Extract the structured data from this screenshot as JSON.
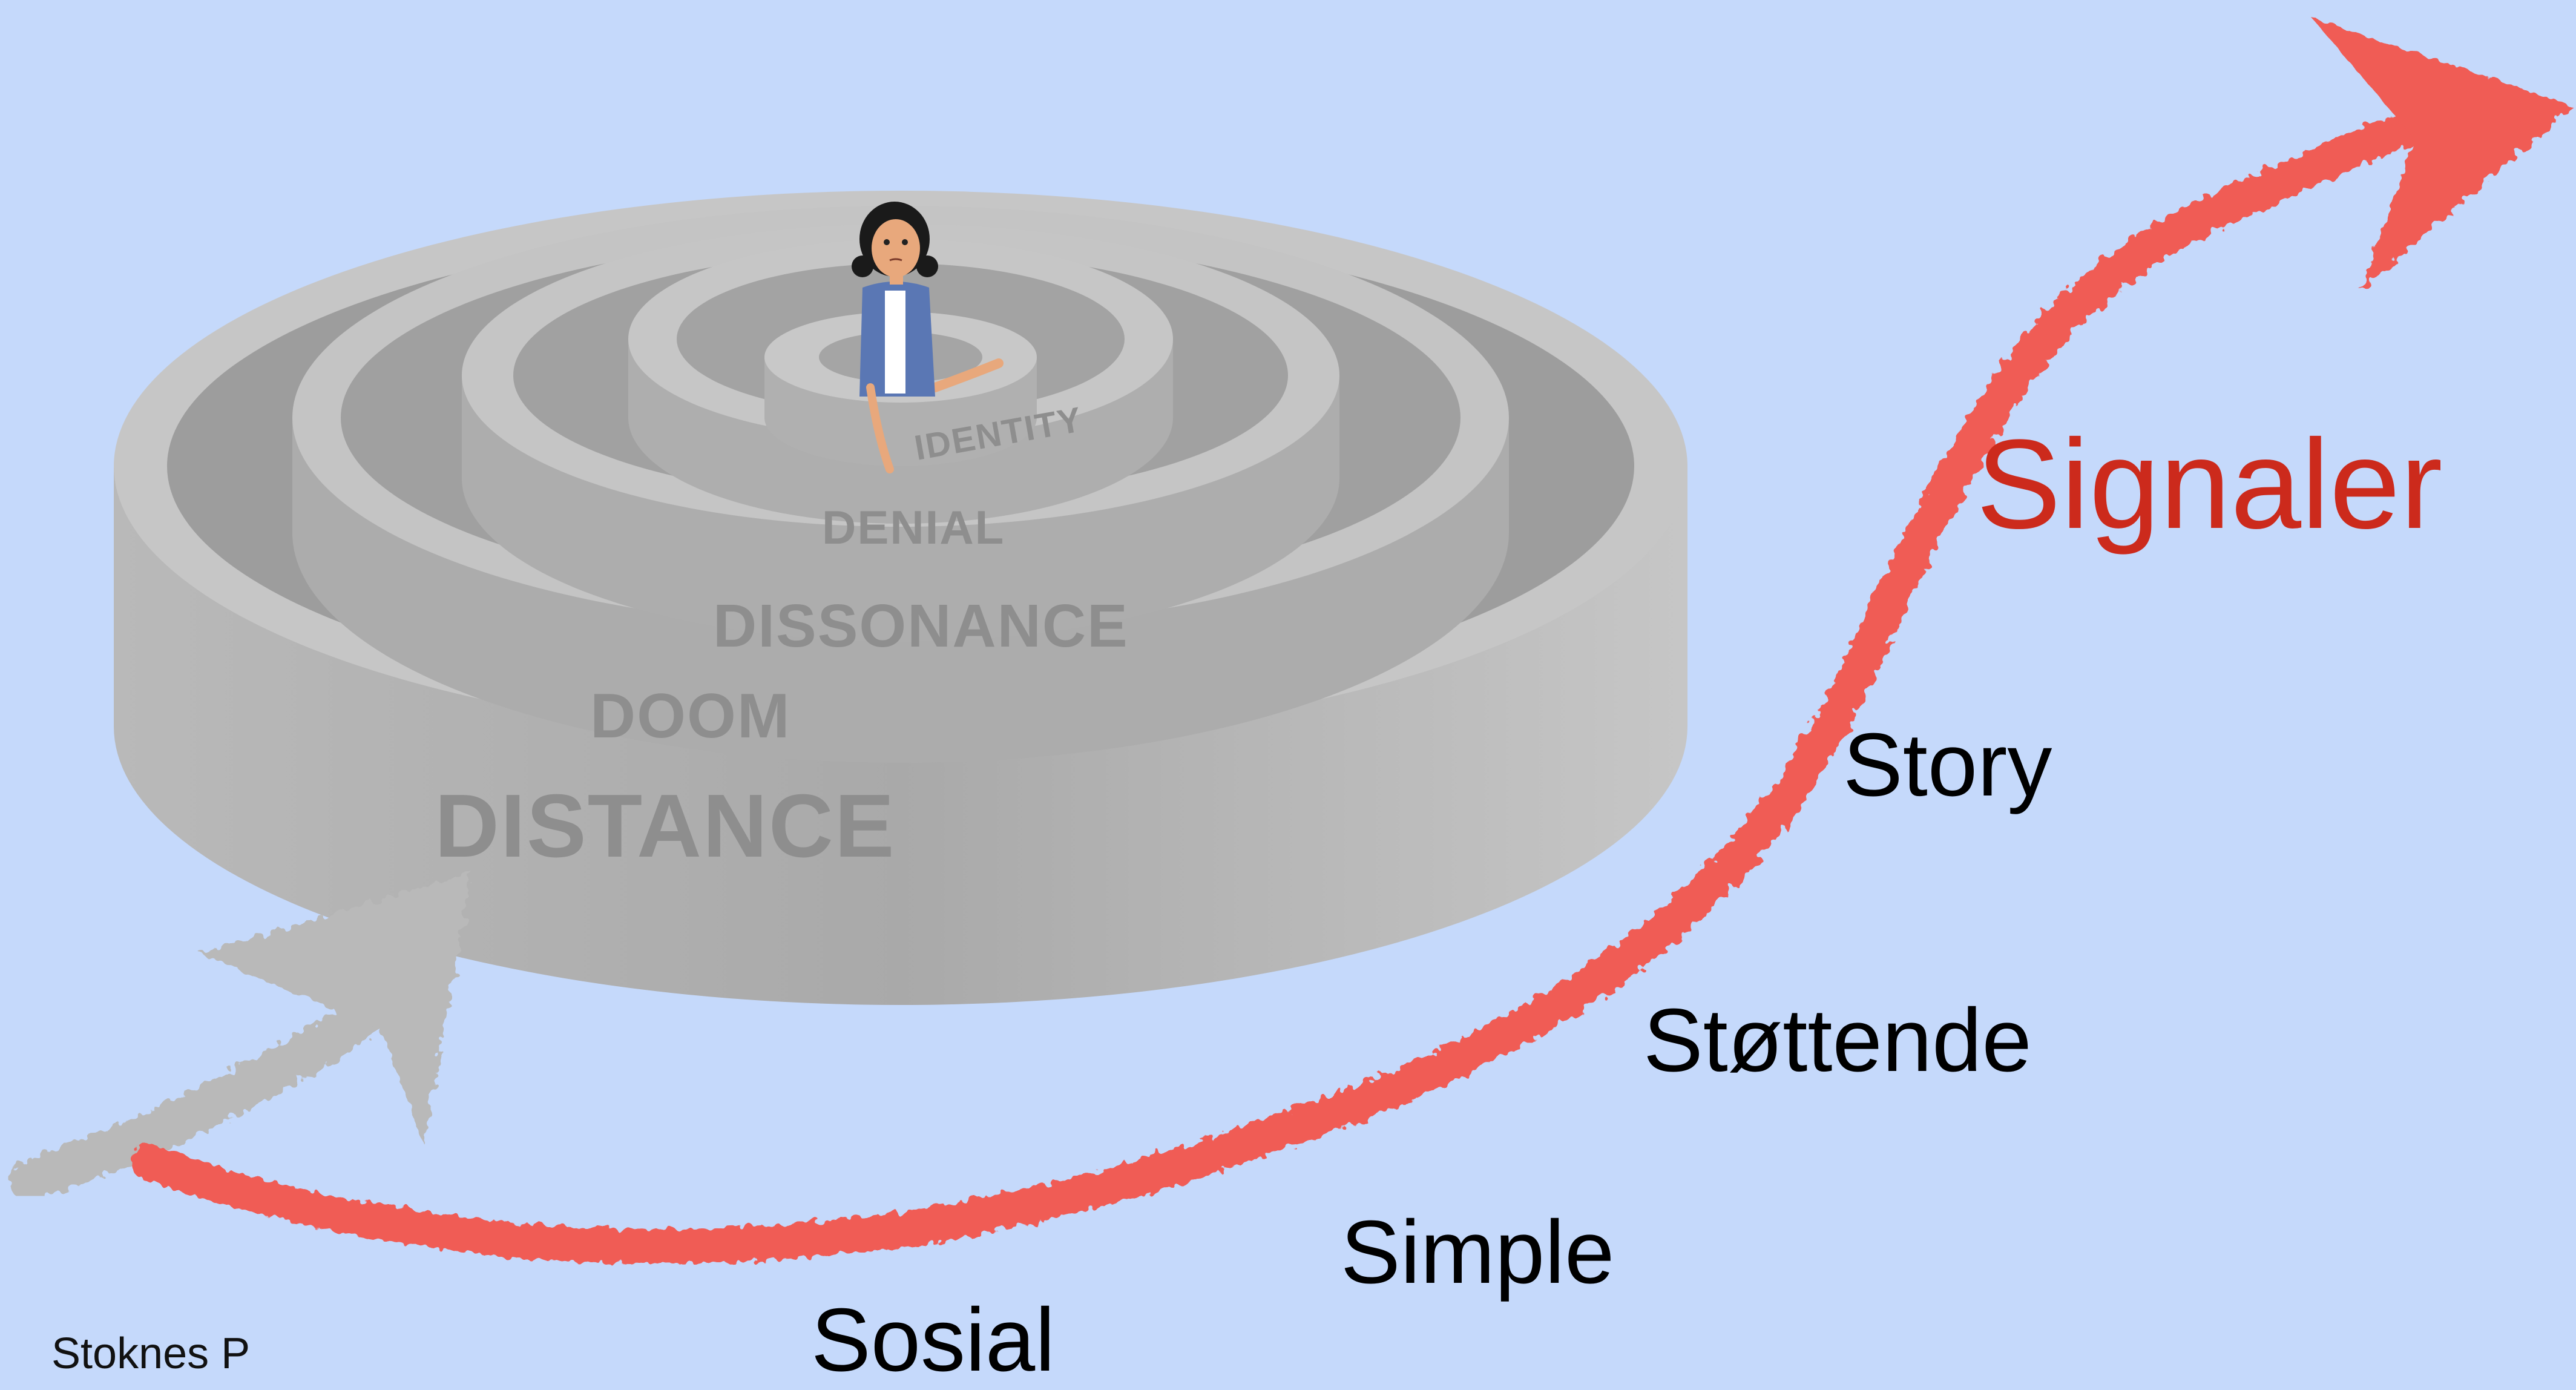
{
  "maze": {
    "rings": [
      "IDENTITY",
      "DENIAL",
      "DISSONANCE",
      "DOOM",
      "DISTANCE"
    ]
  },
  "steps": {
    "signal": "Signaler",
    "story": "Story",
    "supportive": "Støttende",
    "simple": "Simple",
    "social": "Sosial"
  },
  "credit": "Stoknes P",
  "colors": {
    "background": "#c5d9fb",
    "rising_arrow": "#f05b55",
    "maze_wall": "#c4c4c4",
    "signal_text": "#cc2a1c",
    "falling_arrow": "#b9b9b9"
  }
}
